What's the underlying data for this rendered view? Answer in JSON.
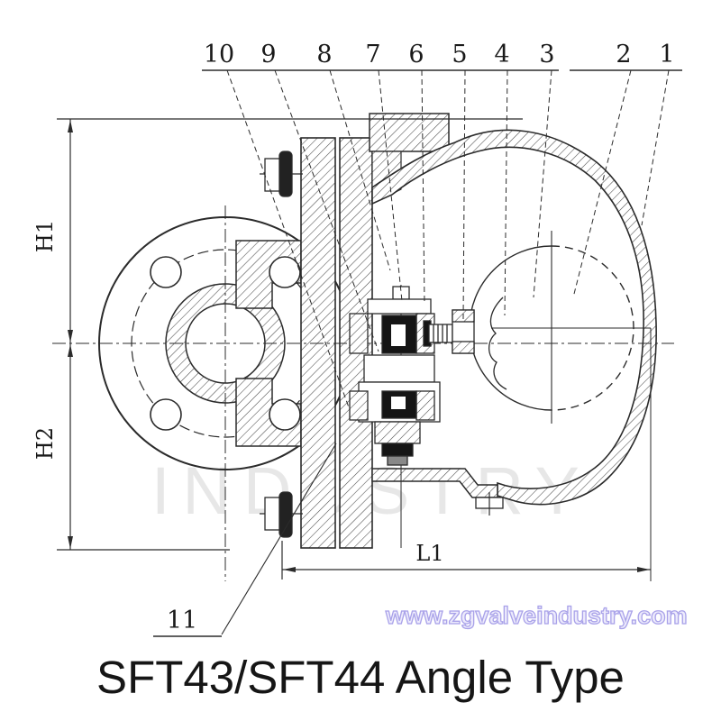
{
  "title": "SFT43/SFT44 Angle Type",
  "watermarks": {
    "site": "www.zgvalveindustry.com",
    "brand": "INDUSTRY"
  },
  "dims": {
    "h1": "H1",
    "h2": "H2",
    "l": "L1"
  },
  "callouts": {
    "top": [
      "10",
      "9",
      "8",
      "7",
      "6",
      "5",
      "4",
      "3",
      "2",
      "1"
    ],
    "bottom": [
      "11"
    ]
  },
  "colors": {
    "line": "#2b2b2b",
    "hatch": "#4a4a4a",
    "title": "#161616",
    "site_watermark": "#a9a2e9",
    "brand_watermark": "rgba(110,110,110,0.17)"
  }
}
